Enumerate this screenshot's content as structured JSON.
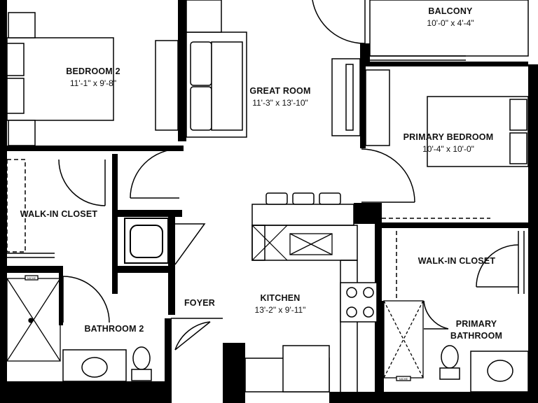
{
  "rooms": {
    "balcony": {
      "name": "BALCONY",
      "dims": "10'-0\" x 4'-4\""
    },
    "bedroom2": {
      "name": "BEDROOM 2",
      "dims": "11'-1\" x 9'-8\""
    },
    "great_room": {
      "name": "GREAT ROOM",
      "dims": "11'-3\" x 13'-10\""
    },
    "primary_bedroom": {
      "name": "PRIMARY BEDROOM",
      "dims": "10'-4\" x 10'-0\""
    },
    "walk_in_closet_1": {
      "name": "WALK-IN CLOSET"
    },
    "walk_in_closet_2": {
      "name": "WALK-IN CLOSET"
    },
    "kitchen": {
      "name": "KITCHEN",
      "dims": "13'-2\" x 9'-11\""
    },
    "foyer": {
      "name": "FOYER"
    },
    "bathroom2": {
      "name": "BATHROOM 2"
    },
    "primary_bathroom": {
      "name_line1": "PRIMARY",
      "name_line2": "BATHROOM"
    }
  },
  "fixtures": {
    "niche_label": "NICHE"
  }
}
